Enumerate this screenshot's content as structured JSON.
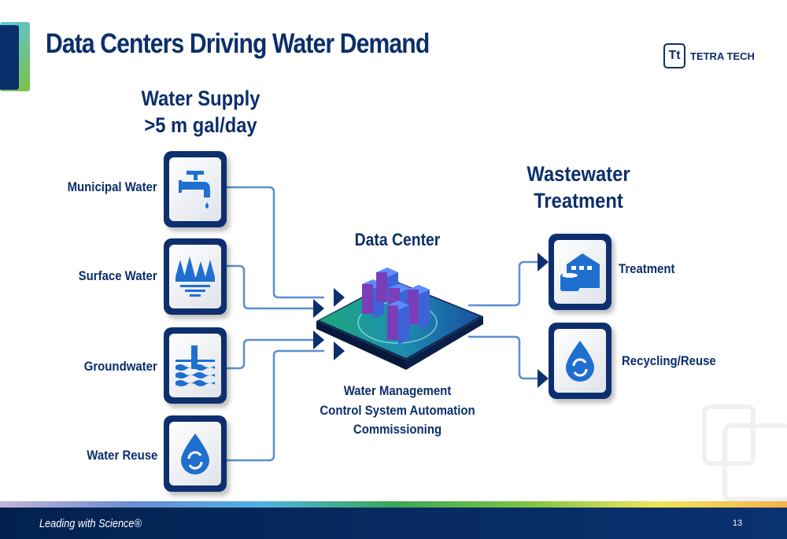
{
  "title": "Data Centers Driving Water Demand",
  "logo": {
    "mark": "Tt",
    "name": "TETRA TECH"
  },
  "supply": {
    "heading_line1": "Water Supply",
    "heading_line2": ">5 m gal/day",
    "sources": [
      {
        "label": "Municipal Water",
        "icon": "faucet-icon"
      },
      {
        "label": "Surface Water",
        "icon": "surface-water-icon"
      },
      {
        "label": "Groundwater",
        "icon": "groundwater-icon"
      },
      {
        "label": "Water Reuse",
        "icon": "water-reuse-icon"
      }
    ]
  },
  "data_center": {
    "heading": "Data Center",
    "lines": [
      "Water Management",
      "Control System Automation",
      "Commissioning"
    ]
  },
  "wastewater": {
    "heading_line1": "Wastewater",
    "heading_line2": "Treatment",
    "outputs": [
      {
        "label": "Treatment",
        "icon": "treatment-plant-icon"
      },
      {
        "label": "Recycling/Reuse",
        "icon": "recycling-drop-icon"
      }
    ]
  },
  "footer": {
    "tagline": "Leading with Science®",
    "page": "13"
  },
  "colors": {
    "navy": "#0b2f6b",
    "icon_blue": "#1f6fd1",
    "connector": "#5b8fd0"
  }
}
